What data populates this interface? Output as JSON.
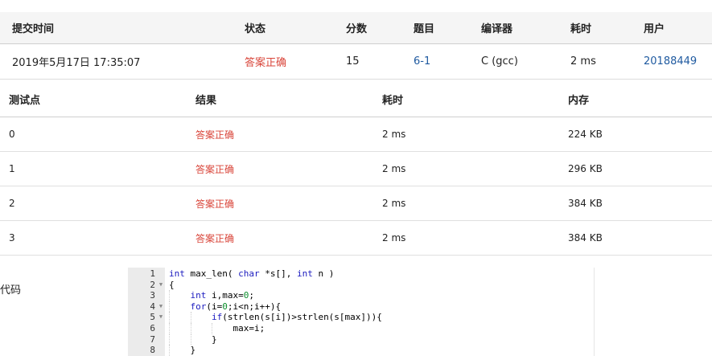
{
  "submission": {
    "headers": {
      "time": "提交时间",
      "status": "状态",
      "score": "分数",
      "problem": "题目",
      "compiler": "编译器",
      "duration": "耗时",
      "user": "用户"
    },
    "row": {
      "time": "2019年5月17日 17:35:07",
      "status": "答案正确",
      "score": "15",
      "problem": "6-1",
      "compiler": "C (gcc)",
      "duration": "2 ms",
      "user": "20188449"
    }
  },
  "cases": {
    "headers": {
      "point": "测试点",
      "result": "结果",
      "time": "耗时",
      "memory": "内存"
    },
    "rows": [
      {
        "point": "0",
        "result": "答案正确",
        "time": "2 ms",
        "memory": "224 KB"
      },
      {
        "point": "1",
        "result": "答案正确",
        "time": "2 ms",
        "memory": "296 KB"
      },
      {
        "point": "2",
        "result": "答案正确",
        "time": "2 ms",
        "memory": "384 KB"
      },
      {
        "point": "3",
        "result": "答案正确",
        "time": "2 ms",
        "memory": "384 KB"
      }
    ]
  },
  "code": {
    "label": "代码",
    "line_numbers": [
      "1",
      "2",
      "3",
      "4",
      "5",
      "6",
      "7",
      "8"
    ],
    "lines": [
      "int max_len( char *s[], int n )",
      "{",
      "    int i,max=0;",
      "    for(i=0;i<n;i++){",
      "        if(strlen(s[i])>strlen(s[max])){",
      "            max=i;",
      "        }",
      "    }"
    ]
  },
  "colors": {
    "accepted": "#d9453a",
    "link": "#1f5aa0",
    "keyword": "#1b1bbf",
    "number": "#0d8f2e"
  },
  "icons": {
    "fold": "fold-arrow-icon"
  }
}
